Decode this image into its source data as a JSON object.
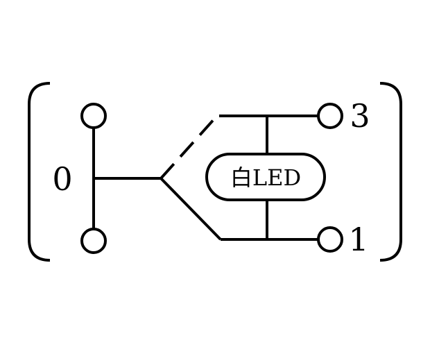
{
  "labels": {
    "terminal_left": "0",
    "terminal_top_right": "3",
    "terminal_bottom_right": "1",
    "led": "白LED"
  },
  "colors": {
    "stroke": "#000000",
    "background": "#ffffff"
  }
}
